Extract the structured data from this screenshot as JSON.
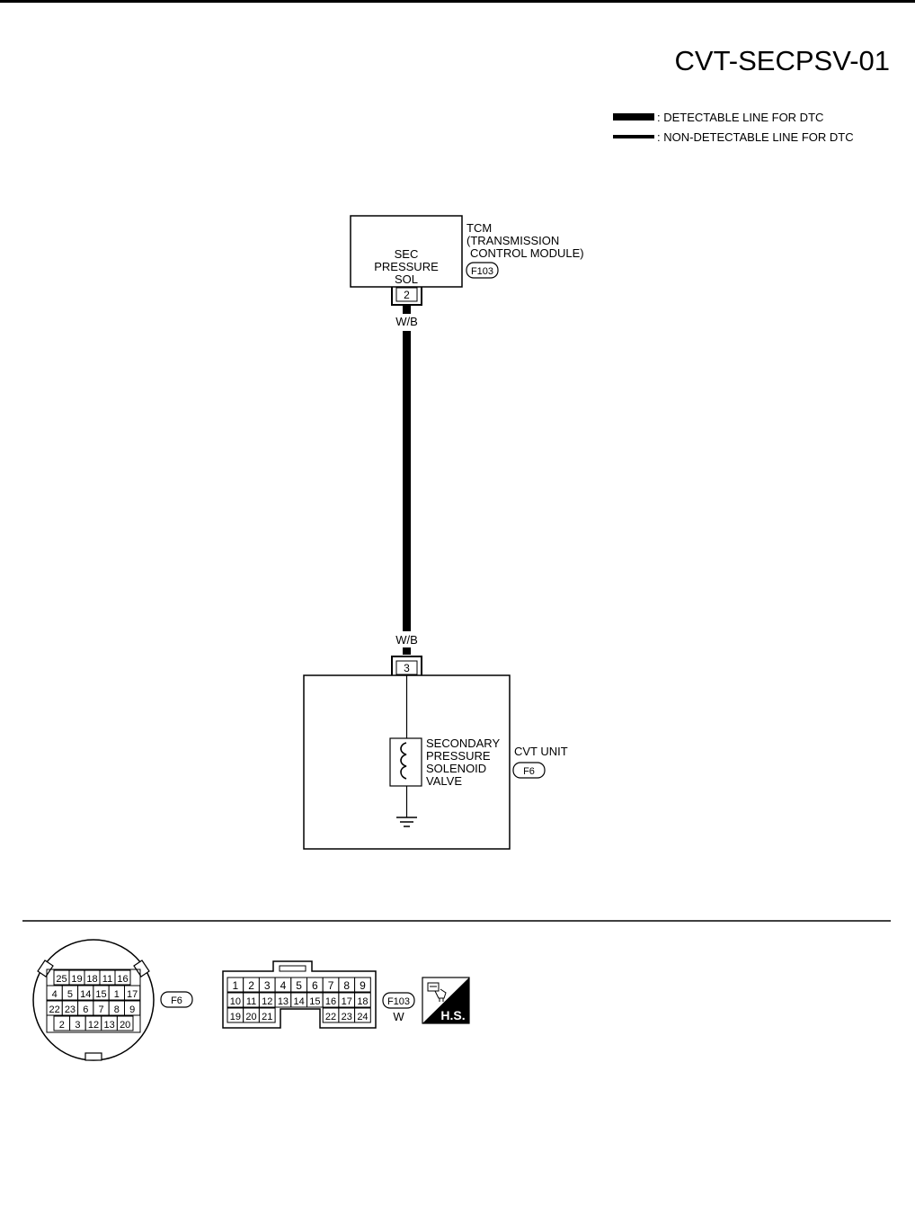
{
  "diagram_code": "CVT-SECPSV-01",
  "legend": {
    "detectable": ": DETECTABLE LINE FOR DTC",
    "non_detectable": ": NON-DETECTABLE LINE FOR DTC"
  },
  "tcm": {
    "name_line1": "TCM",
    "name_line2": "(TRANSMISSION",
    "name_line3": "CONTROL MODULE)",
    "connector": "F103",
    "inner_line1": "SEC",
    "inner_line2": "PRESSURE",
    "inner_line3": "SOL",
    "terminal": "2"
  },
  "wire": {
    "color_top": "W/B",
    "color_bottom": "W/B"
  },
  "cvt": {
    "name": "CVT UNIT",
    "connector": "F6",
    "terminal": "3",
    "valve_line1": "SECONDARY",
    "valve_line2": "PRESSURE",
    "valve_line3": "SOLENOID",
    "valve_line4": "VALVE"
  },
  "connector_f6": {
    "label": "F6",
    "rows": [
      [
        "25",
        "19",
        "18",
        "11",
        "16"
      ],
      [
        "4",
        "5",
        "14",
        "15",
        "1",
        "17"
      ],
      [
        "22",
        "23",
        "6",
        "7",
        "8",
        "9"
      ],
      [
        "2",
        "3",
        "12",
        "13",
        "20"
      ]
    ]
  },
  "connector_f103": {
    "label": "F103",
    "color": "W",
    "row1": [
      "1",
      "2",
      "3",
      "4",
      "5",
      "6",
      "7",
      "8",
      "9"
    ],
    "row2": [
      "10",
      "11",
      "12",
      "13",
      "14",
      "15",
      "16",
      "17",
      "18"
    ],
    "row3_left": [
      "19",
      "20",
      "21"
    ],
    "row3_right": [
      "22",
      "23",
      "24"
    ]
  },
  "hs_badge": "H.S."
}
